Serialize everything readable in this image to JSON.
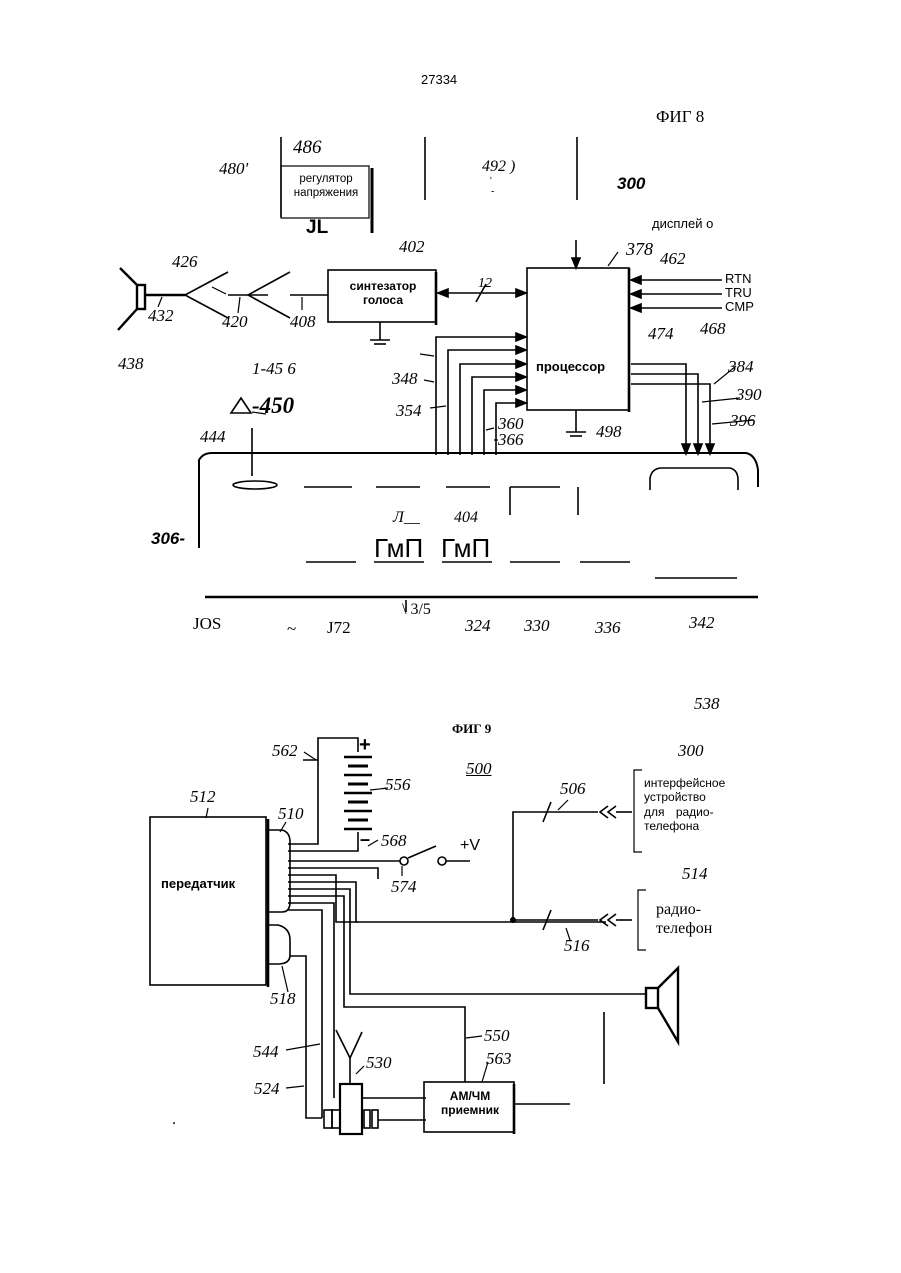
{
  "page_number": "27334",
  "fig8": {
    "title": "ФИГ 8",
    "blocks": {
      "voltage_regulator": "регулятор напряжения",
      "voltage_regulator_line1": "регулятор",
      "voltage_regulator_line2": "напряжения",
      "voice_synth_line1": "синтезатор",
      "voice_synth_line2": "голоса",
      "processor": "процессор",
      "display": "дисплей о"
    },
    "signals": {
      "rtn": "RTN",
      "tru": "TRU",
      "cmp": "CMP",
      "bus": "12"
    },
    "refs": {
      "r486": "486",
      "r480": "480'",
      "r492": "492 )",
      "r300": "300",
      "jl": "JL",
      "r402": "402",
      "r378": "378",
      "r462": "462",
      "r426": "426",
      "r432": "432",
      "r420": "420",
      "r408": "408",
      "r474": "474",
      "r468": "468",
      "r438": "438",
      "r456": "1-45 6",
      "r384": "384",
      "r390": "390",
      "r396": "396",
      "r348": "348",
      "r354": "354",
      "r450": "-450",
      "r444": "444",
      "r360": "360",
      "r366": "366",
      "r498": "498",
      "r306": "306-",
      "r404": "404",
      "lam": "Л__",
      "gmp1": "ГмП",
      "gmp2": "ГмП",
      "r315": "\\ 3/5",
      "jos": "JOS",
      "tilde": "~",
      "j72": "J72",
      "r324": "324",
      "r330": "330",
      "r336": "336",
      "r342": "342",
      "tick": "'",
      "dash": "-"
    }
  },
  "fig9": {
    "title": "ФИГ 9",
    "blocks": {
      "transmitter": "передатчик",
      "interface_line1": "интерфейсное",
      "interface_line2": "устройство",
      "interface_line3": "для радио-",
      "interface_line4": "телефона",
      "radiophone_line1": "радио-",
      "radiophone_line2": "телефон",
      "receiver_line1": "АМ/ЧМ",
      "receiver_line2": "приемник"
    },
    "signals": {
      "plus": "+",
      "minus": "–",
      "plus_v": "+V"
    },
    "refs": {
      "r538": "538",
      "r300": "300",
      "r562": "562",
      "r500": "500",
      "r556": "556",
      "r512": "512",
      "r510": "510",
      "r506": "506",
      "r568": "568",
      "r574": "574",
      "r514": "514",
      "r516": "516",
      "r518": "518",
      "r550": "550",
      "r544": "544",
      "r530": "530",
      "r563": "563",
      "r524": "524",
      "dot": "."
    }
  }
}
